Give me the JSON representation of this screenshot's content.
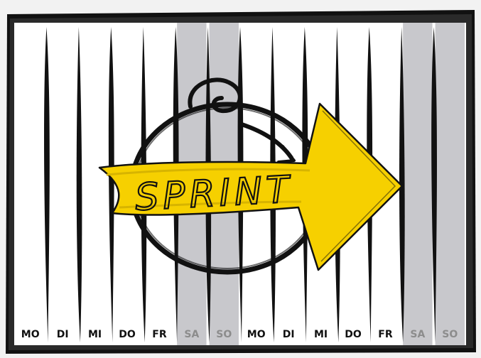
{
  "banner": {
    "text": "SPRINT",
    "color": "#f6d000"
  },
  "colors": {
    "frame": "#111111",
    "weekday_bg": "#ffffff",
    "weekend_bg": "#c8c8cc",
    "weekend_text": "#8c8c8c",
    "page_bg": "#f2f2f2"
  },
  "calendar": {
    "days": [
      {
        "label": "MO",
        "weekend": false
      },
      {
        "label": "DI",
        "weekend": false
      },
      {
        "label": "MI",
        "weekend": false
      },
      {
        "label": "DO",
        "weekend": false
      },
      {
        "label": "FR",
        "weekend": false
      },
      {
        "label": "SA",
        "weekend": true
      },
      {
        "label": "SO",
        "weekend": true
      },
      {
        "label": "MO",
        "weekend": false
      },
      {
        "label": "DI",
        "weekend": false
      },
      {
        "label": "MI",
        "weekend": false
      },
      {
        "label": "DO",
        "weekend": false
      },
      {
        "label": "FR",
        "weekend": false
      },
      {
        "label": "SA",
        "weekend": true
      },
      {
        "label": "SO",
        "weekend": true
      }
    ]
  },
  "icons": [
    "clock-icon",
    "arrow-icon"
  ]
}
